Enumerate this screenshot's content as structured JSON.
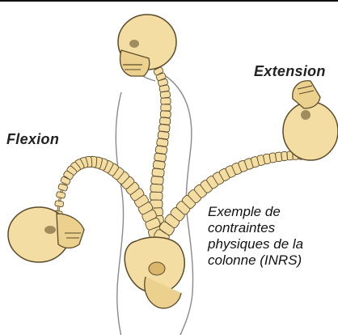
{
  "labels": {
    "flexion": "Flexion",
    "extension": "Extension"
  },
  "caption": {
    "line1": "Exemple de",
    "line2": "contraintes",
    "line3": "physiques de la",
    "line4": "colonne (INRS)"
  },
  "colors": {
    "bone_fill": "#f3dda2",
    "bone_shade": "#d9b66a",
    "bone_outline": "#5a4a2a",
    "body_outline": "#8a8a8a",
    "frame_border": "#111111"
  }
}
